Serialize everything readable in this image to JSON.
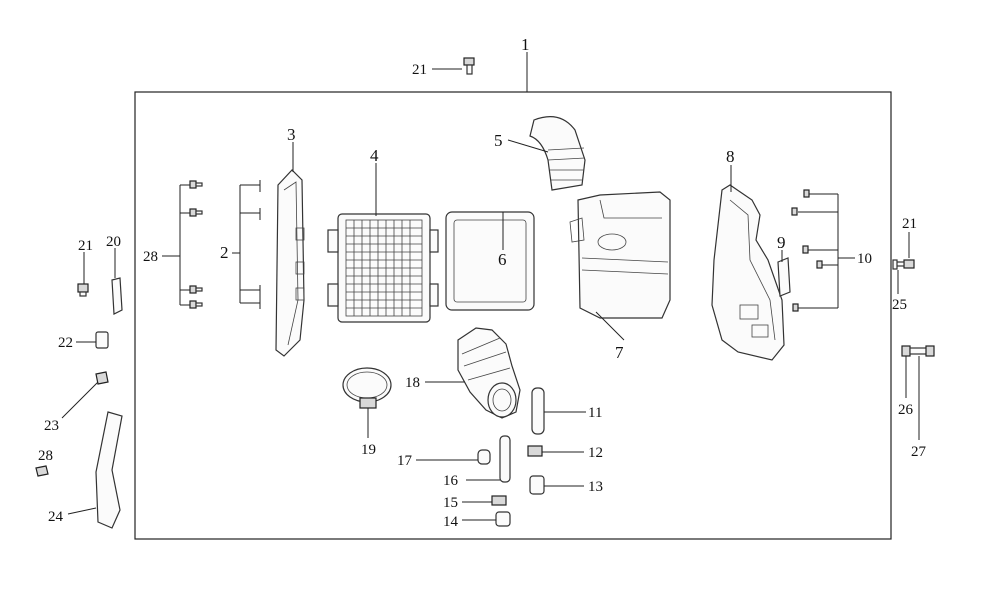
{
  "callouts": {
    "c1": "1",
    "c2": "2",
    "c3": "3",
    "c4": "4",
    "c5": "5",
    "c6": "6",
    "c7": "7",
    "c8": "8",
    "c9": "9",
    "c10": "10",
    "c11": "11",
    "c12": "12",
    "c13": "13",
    "c14": "14",
    "c15": "15",
    "c16": "16",
    "c17": "17",
    "c18": "18",
    "c19": "19",
    "c20": "20",
    "c21a": "21",
    "c21b": "21",
    "c21c": "21",
    "c22": "22",
    "c23": "23",
    "c24": "24",
    "c25": "25",
    "c26": "26",
    "c27": "27",
    "c28a": "28",
    "c28b": "28"
  }
}
